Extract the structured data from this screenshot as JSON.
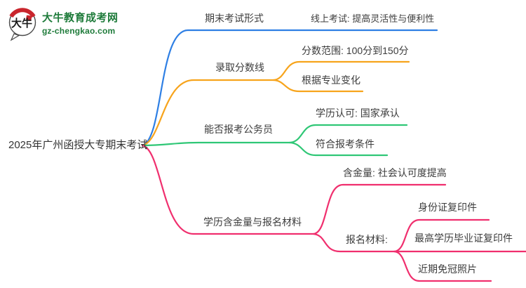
{
  "logo": {
    "icon_text": "大牛",
    "site_name": "大牛教育成考网",
    "site_url": "gz-chengkao.com",
    "brand_green": "#1e7b3a",
    "seal_red": "#c9252c"
  },
  "root_label": "2025年广州函授大专期末考试",
  "branches": [
    {
      "label": "期末考试形式",
      "color": "#2e7fe4",
      "children": [
        {
          "label": "线上考试: 提高灵活性与便利性"
        }
      ]
    },
    {
      "label": "录取分数线",
      "color": "#f7a41c",
      "children": [
        {
          "label": "分数范围: 100分到150分"
        },
        {
          "label": "根据专业变化"
        }
      ]
    },
    {
      "label": "能否报考公务员",
      "color": "#2fc776",
      "children": [
        {
          "label": "学历认可: 国家承认"
        },
        {
          "label": "符合报考条件"
        }
      ]
    },
    {
      "label": "学历含金量与报名材料",
      "color": "#f02f6e",
      "children": [
        {
          "label": "含金量: 社会认可度提高"
        },
        {
          "label": "报名材料:",
          "children": [
            {
              "label": "身份证复印件"
            },
            {
              "label": "最高学历毕业证复印件"
            },
            {
              "label": "近期免冠照片"
            }
          ]
        }
      ]
    }
  ]
}
